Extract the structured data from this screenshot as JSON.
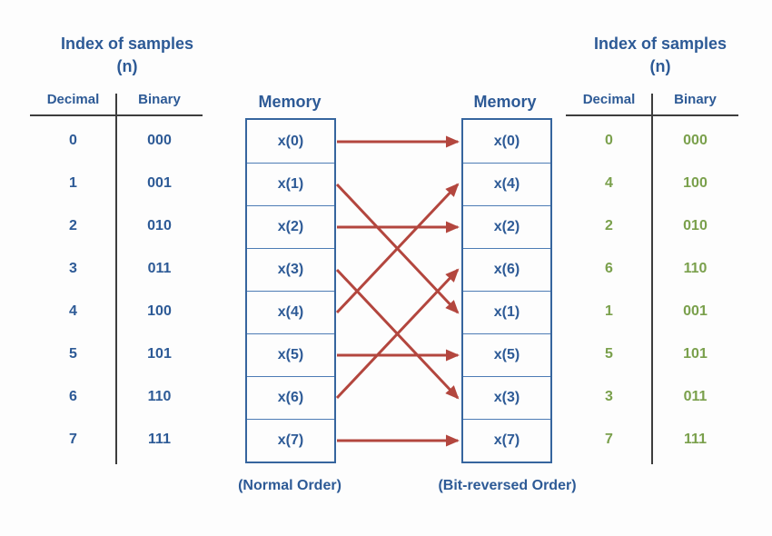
{
  "left_index_table": {
    "title_line1": "Index of samples",
    "title_line2": "(n)",
    "col1": "Decimal",
    "col2": "Binary",
    "rows": [
      {
        "decimal": "0",
        "binary": "000"
      },
      {
        "decimal": "1",
        "binary": "001"
      },
      {
        "decimal": "2",
        "binary": "010"
      },
      {
        "decimal": "3",
        "binary": "011"
      },
      {
        "decimal": "4",
        "binary": "100"
      },
      {
        "decimal": "5",
        "binary": "101"
      },
      {
        "decimal": "6",
        "binary": "110"
      },
      {
        "decimal": "7",
        "binary": "111"
      }
    ]
  },
  "memory_left": {
    "title": "Memory",
    "cells": [
      "x(0)",
      "x(1)",
      "x(2)",
      "x(3)",
      "x(4)",
      "x(5)",
      "x(6)",
      "x(7)"
    ],
    "caption": "(Normal Order)"
  },
  "memory_right": {
    "title": "Memory",
    "cells": [
      "x(0)",
      "x(4)",
      "x(2)",
      "x(6)",
      "x(1)",
      "x(5)",
      "x(3)",
      "x(7)"
    ],
    "caption": "(Bit-reversed Order)"
  },
  "right_index_table": {
    "title_line1": "Index of samples",
    "title_line2": "(n)",
    "col1": "Decimal",
    "col2": "Binary",
    "rows": [
      {
        "decimal": "0",
        "binary": "000"
      },
      {
        "decimal": "4",
        "binary": "100"
      },
      {
        "decimal": "2",
        "binary": "010"
      },
      {
        "decimal": "6",
        "binary": "110"
      },
      {
        "decimal": "1",
        "binary": "001"
      },
      {
        "decimal": "5",
        "binary": "101"
      },
      {
        "decimal": "3",
        "binary": "011"
      },
      {
        "decimal": "7",
        "binary": "111"
      }
    ]
  },
  "arrows": {
    "mapping": [
      [
        0,
        0
      ],
      [
        1,
        4
      ],
      [
        2,
        2
      ],
      [
        3,
        6
      ],
      [
        4,
        1
      ],
      [
        5,
        5
      ],
      [
        6,
        3
      ],
      [
        7,
        7
      ]
    ]
  },
  "colors": {
    "blue_text": "#2d5a96",
    "green_text": "#7aa04c",
    "arrow_red": "#b3463e",
    "box_border": "#36659e",
    "cell_divider": "#4d7cb5",
    "rule_gray": "#3d3d3d"
  }
}
